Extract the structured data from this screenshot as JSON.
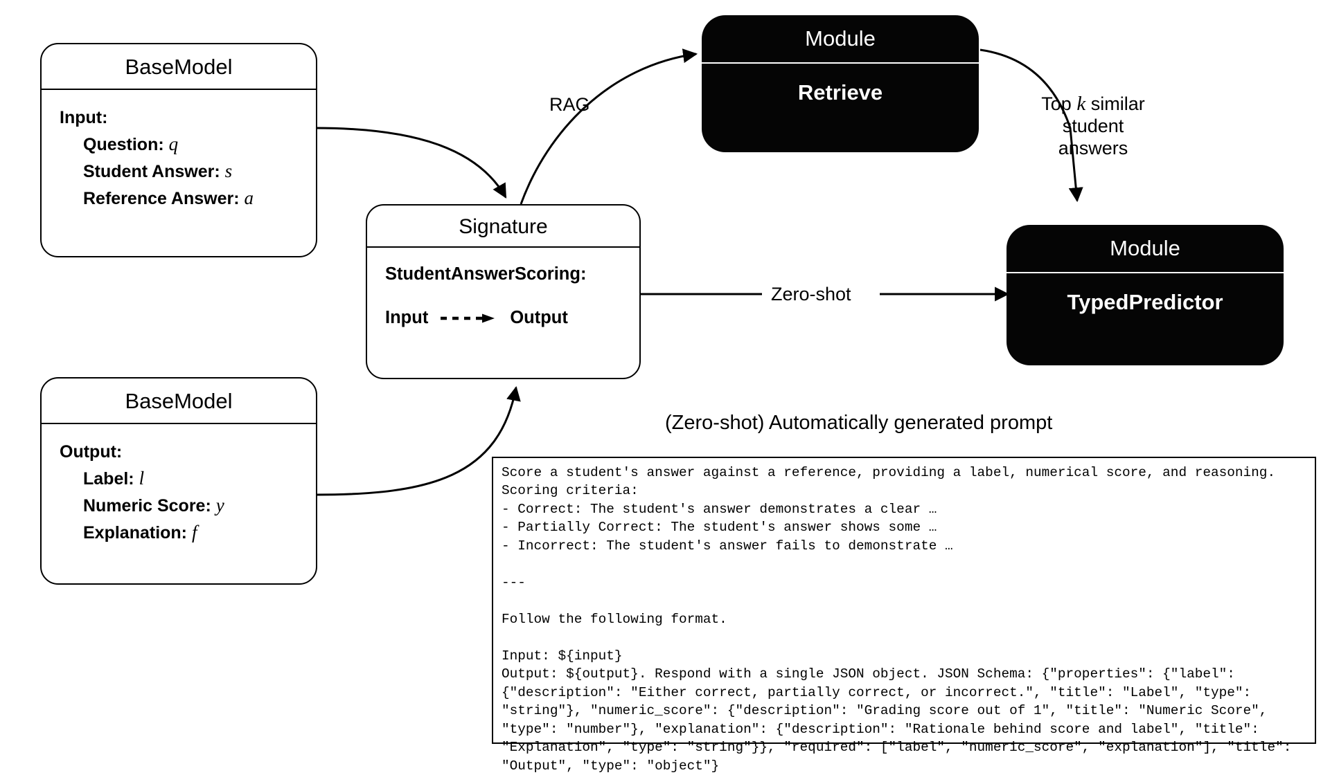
{
  "diagram": {
    "title": "DSPy student answer scoring pipeline",
    "colors": {
      "module_fill": "#050505",
      "module_text": "#ffffff",
      "box_stroke": "#000000",
      "background": "#ffffff"
    }
  },
  "input_model": {
    "title": "BaseModel",
    "section_label": "Input:",
    "fields": [
      {
        "name": "Question:",
        "symbol": "q"
      },
      {
        "name": "Student Answer:",
        "symbol": "s"
      },
      {
        "name": "Reference Answer:",
        "symbol": "a"
      }
    ]
  },
  "output_model": {
    "title": "BaseModel",
    "section_label": "Output:",
    "fields": [
      {
        "name": "Label:",
        "symbol": "l"
      },
      {
        "name": "Numeric Score:",
        "symbol": "y"
      },
      {
        "name": "Explanation:",
        "symbol": "f"
      }
    ]
  },
  "signature": {
    "title": "Signature",
    "name": "StudentAnswerScoring:",
    "input_label": "Input",
    "output_label": "Output",
    "connector_icon": "dashed-arrow-icon"
  },
  "modules": [
    {
      "id": "retrieve",
      "type_label": "Module",
      "name": "Retrieve"
    },
    {
      "id": "typed_predictor",
      "type_label": "Module",
      "name": "TypedPredictor"
    }
  ],
  "edges": [
    {
      "id": "rag",
      "label": "RAG"
    },
    {
      "id": "topk",
      "label_line1_pre": "Top ",
      "label_italic": "k",
      "label_line1_post": " similar",
      "label_line2": "student",
      "label_line3": "answers"
    },
    {
      "id": "zero_shot",
      "label": "Zero-shot"
    }
  ],
  "prompt": {
    "caption": "(Zero-shot) Automatically generated prompt",
    "text": "Score a student's answer against a reference, providing a label, numerical score, and reasoning.\nScoring criteria:\n- Correct: The student's answer demonstrates a clear …\n- Partially Correct: The student's answer shows some …\n- Incorrect: The student's answer fails to demonstrate …\n\n---\n\nFollow the following format.\n\nInput: ${input}\nOutput: ${output}. Respond with a single JSON object. JSON Schema: {\"properties\": {\"label\": {\"description\": \"Either correct, partially correct, or incorrect.\", \"title\": \"Label\", \"type\": \"string\"}, \"numeric_score\": {\"description\": \"Grading score out of 1\", \"title\": \"Numeric Score\", \"type\": \"number\"}, \"explanation\": {\"description\": \"Rationale behind score and label\", \"title\": \"Explanation\", \"type\": \"string\"}}, \"required\": [\"label\", \"numeric_score\", \"explanation\"], \"title\": \"Output\", \"type\": \"object\"}"
  }
}
